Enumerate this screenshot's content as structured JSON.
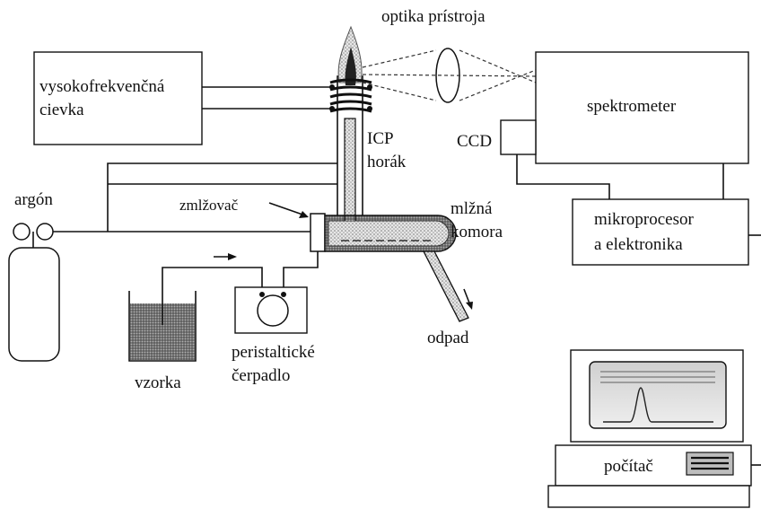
{
  "labels": {
    "optics": "optika prístroja",
    "rf_coil_line1": "vysokofrekvenčná",
    "rf_coil_line2": "cievka",
    "spectrometer": "spektrometer",
    "ccd": "CCD",
    "icp_line1": "ICP",
    "icp_line2": "horák",
    "argon": "argón",
    "nebulizer": "zmlžovač",
    "spray_chamber_line1": "mlžná",
    "spray_chamber_line2": "komora",
    "microprocessor_line1": "mikroprocesor",
    "microprocessor_line2": "a elektronika",
    "sample": "vzorka",
    "pump_line1": "peristaltické",
    "pump_line2": "čerpadlo",
    "waste": "odpad",
    "computer": "počítač"
  },
  "colors": {
    "line": "#111111",
    "fill_dots": "#bdbdbd",
    "sample_fill": "#8a8a8a",
    "background": "#ffffff"
  }
}
